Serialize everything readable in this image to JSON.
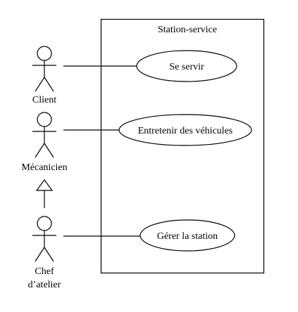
{
  "diagram": {
    "system": {
      "name": "Station-service"
    },
    "actors": [
      {
        "id": "client",
        "lines": [
          "Client"
        ]
      },
      {
        "id": "mecanicien",
        "lines": [
          "Mécanicien"
        ]
      },
      {
        "id": "chef",
        "lines": [
          "Chef",
          "d’atelier"
        ]
      }
    ],
    "use_cases": [
      {
        "id": "se-servir",
        "label": "Se servir"
      },
      {
        "id": "entretenir",
        "label": "Entretenir des véhicules"
      },
      {
        "id": "gerer",
        "label": "Gérer la station"
      }
    ],
    "associations": [
      {
        "actor": "client",
        "use_case": "se-servir"
      },
      {
        "actor": "mecanicien",
        "use_case": "entretenir"
      },
      {
        "actor": "chef",
        "use_case": "gerer"
      }
    ],
    "generalizations": [
      {
        "child": "chef",
        "parent": "mecanicien"
      }
    ]
  }
}
